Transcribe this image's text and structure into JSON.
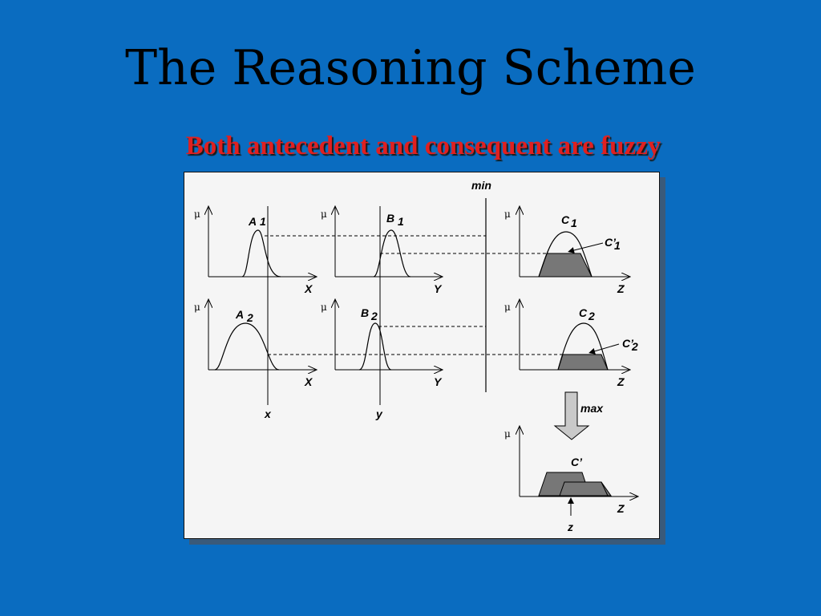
{
  "slide": {
    "title": "The Reasoning Scheme",
    "subtitle": "Both antecedent and consequent are fuzzy",
    "colors": {
      "background": "#0a6cc0",
      "subtitle": "#e02020",
      "figure_background": "#f5f5f5",
      "fill_shaded": "#777777"
    }
  },
  "figure": {
    "mu": "μ",
    "min_label": "min",
    "max_label": "max",
    "rule1": {
      "antecedent1": "A",
      "antecedent1_sub": "1",
      "axis1": "X",
      "antecedent2": "B",
      "antecedent2_sub": "1",
      "axis2": "Y",
      "consequent": "C",
      "consequent_sub": "1",
      "clipped": "C’",
      "clipped_sub": "1",
      "axis3": "Z"
    },
    "rule2": {
      "antecedent1": "A",
      "antecedent1_sub": "2",
      "axis1": "X",
      "antecedent2": "B",
      "antecedent2_sub": "2",
      "axis2": "Y",
      "consequent": "C",
      "consequent_sub": "2",
      "clipped": "C’",
      "clipped_sub": "2",
      "axis3": "Z"
    },
    "inputs": {
      "x": "x",
      "y": "y"
    },
    "aggregate": {
      "label": "C’",
      "axis": "Z",
      "crisp": "z"
    }
  }
}
